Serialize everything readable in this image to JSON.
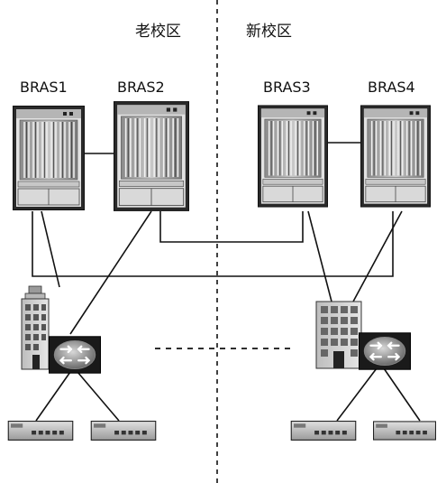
{
  "campuses": {
    "old": "老校区",
    "new": "新校区"
  },
  "bras": [
    {
      "label": "BRAS1"
    },
    {
      "label": "BRAS2"
    },
    {
      "label": "BRAS3"
    },
    {
      "label": "BRAS4"
    }
  ],
  "icons": {
    "chassis": "bras-chassis-icon",
    "building": "building-icon",
    "router": "router-icon",
    "switch": "access-switch-icon"
  },
  "colors": {
    "line": "#111111",
    "device_light": "#d4d4d4",
    "device_dark": "#3c3c3c"
  }
}
